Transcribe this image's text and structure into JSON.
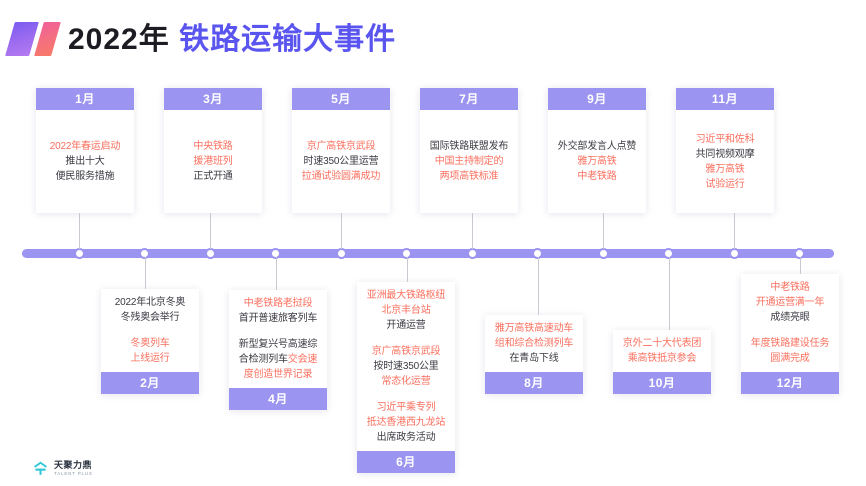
{
  "header": {
    "title_year": "2022年",
    "title_main": "铁路运输大事件",
    "logo_mark_name": "brand-slash-mark"
  },
  "theme": {
    "purple": "#9b94f0",
    "title_purple": "#5b55ef",
    "red": "#fa6f5e",
    "dark": "#3a3a42",
    "axis": "#9b94f0",
    "connector": "#c9c9d2",
    "footer_cyan": "#2ec7d6"
  },
  "footer": {
    "brand_cn": "天聚力鼎",
    "brand_en": "TALENT PLUS"
  },
  "timeline": {
    "events": [
      {
        "month": "1月",
        "position": "top",
        "paragraphs": [
          [
            {
              "text": "2022年春运启动",
              "color": "red"
            },
            {
              "text": "推出十大",
              "color": "dark"
            },
            {
              "text": "便民服务措施",
              "color": "dark"
            }
          ]
        ]
      },
      {
        "month": "2月",
        "position": "bottom",
        "paragraphs": [
          [
            {
              "text": "2022年北京冬奥",
              "color": "dark"
            },
            {
              "text": "冬残奥会举行",
              "color": "dark"
            }
          ],
          [
            {
              "text": "冬奥列车",
              "color": "red"
            },
            {
              "text": "上线运行",
              "color": "red"
            }
          ]
        ]
      },
      {
        "month": "3月",
        "position": "top",
        "paragraphs": [
          [
            {
              "text": "中央铁路",
              "color": "red"
            },
            {
              "text": "援港班列",
              "color": "red"
            },
            {
              "text": "正式开通",
              "color": "dark"
            }
          ]
        ]
      },
      {
        "month": "4月",
        "position": "bottom",
        "paragraphs": [
          [
            {
              "text": "中老铁路老挝段",
              "color": "red"
            },
            {
              "text": "首开普速旅客列车",
              "color": "dark"
            }
          ],
          [
            {
              "text": "新型复兴号高速综",
              "color": "dark"
            },
            {
              "segments": [
                {
                  "text": "合检测列车",
                  "color": "dark"
                },
                {
                  "text": "交会速",
                  "color": "red"
                }
              ]
            },
            {
              "text": "度创造世界记录",
              "color": "red"
            }
          ]
        ]
      },
      {
        "month": "5月",
        "position": "top",
        "paragraphs": [
          [
            {
              "text": "京广高铁京武段",
              "color": "red"
            },
            {
              "text": "时速350公里运营",
              "color": "dark"
            },
            {
              "text": "拉通试验圆满成功",
              "color": "red"
            }
          ]
        ]
      },
      {
        "month": "6月",
        "position": "bottom",
        "paragraphs": [
          [
            {
              "text": "亚洲最大铁路枢纽",
              "color": "red"
            },
            {
              "text": "北京丰台站",
              "color": "red"
            },
            {
              "text": "开通运营",
              "color": "dark"
            }
          ],
          [
            {
              "text": "京广高铁京武段",
              "color": "red"
            },
            {
              "text": "按时速350公里",
              "color": "dark"
            },
            {
              "text": "常态化运营",
              "color": "red"
            }
          ],
          [
            {
              "text": "习近平乘专列",
              "color": "red"
            },
            {
              "text": "抵达香港西九龙站",
              "color": "red"
            },
            {
              "text": "出席政务活动",
              "color": "dark"
            }
          ]
        ]
      },
      {
        "month": "7月",
        "position": "top",
        "paragraphs": [
          [
            {
              "text": "国际铁路联盟发布",
              "color": "dark"
            },
            {
              "text": "中国主持制定的",
              "color": "red"
            },
            {
              "text": "两项高铁标准",
              "color": "red"
            }
          ]
        ]
      },
      {
        "month": "8月",
        "position": "bottom",
        "paragraphs": [
          [
            {
              "text": "雅万高铁高速动车",
              "color": "red"
            },
            {
              "text": "组和综合检测列车",
              "color": "red"
            },
            {
              "text": "在青岛下线",
              "color": "dark"
            }
          ]
        ]
      },
      {
        "month": "9月",
        "position": "top",
        "paragraphs": [
          [
            {
              "text": "外交部发言人点赞",
              "color": "dark"
            },
            {
              "text": "雅万高铁",
              "color": "red"
            },
            {
              "text": "中老铁路",
              "color": "red"
            }
          ]
        ]
      },
      {
        "month": "10月",
        "position": "bottom",
        "paragraphs": [
          [
            {
              "text": "京外二十大代表团",
              "color": "red"
            },
            {
              "text": "乘高铁抵京参会",
              "color": "red"
            }
          ]
        ]
      },
      {
        "month": "11月",
        "position": "top",
        "paragraphs": [
          [
            {
              "text": "习近平和佐科",
              "color": "red"
            },
            {
              "text": "共同视频观摩",
              "color": "dark"
            },
            {
              "text": "雅万高铁",
              "color": "red"
            },
            {
              "text": "试验运行",
              "color": "red"
            }
          ]
        ]
      },
      {
        "month": "12月",
        "position": "bottom",
        "paragraphs": [
          [
            {
              "text": "中老铁路",
              "color": "red"
            },
            {
              "text": "开通运营满一年",
              "color": "red"
            },
            {
              "text": "成绩亮眼",
              "color": "dark"
            }
          ],
          [
            {
              "text": "年度铁路建设任务",
              "color": "red"
            },
            {
              "text": "圆满完成",
              "color": "red"
            }
          ]
        ]
      }
    ]
  }
}
